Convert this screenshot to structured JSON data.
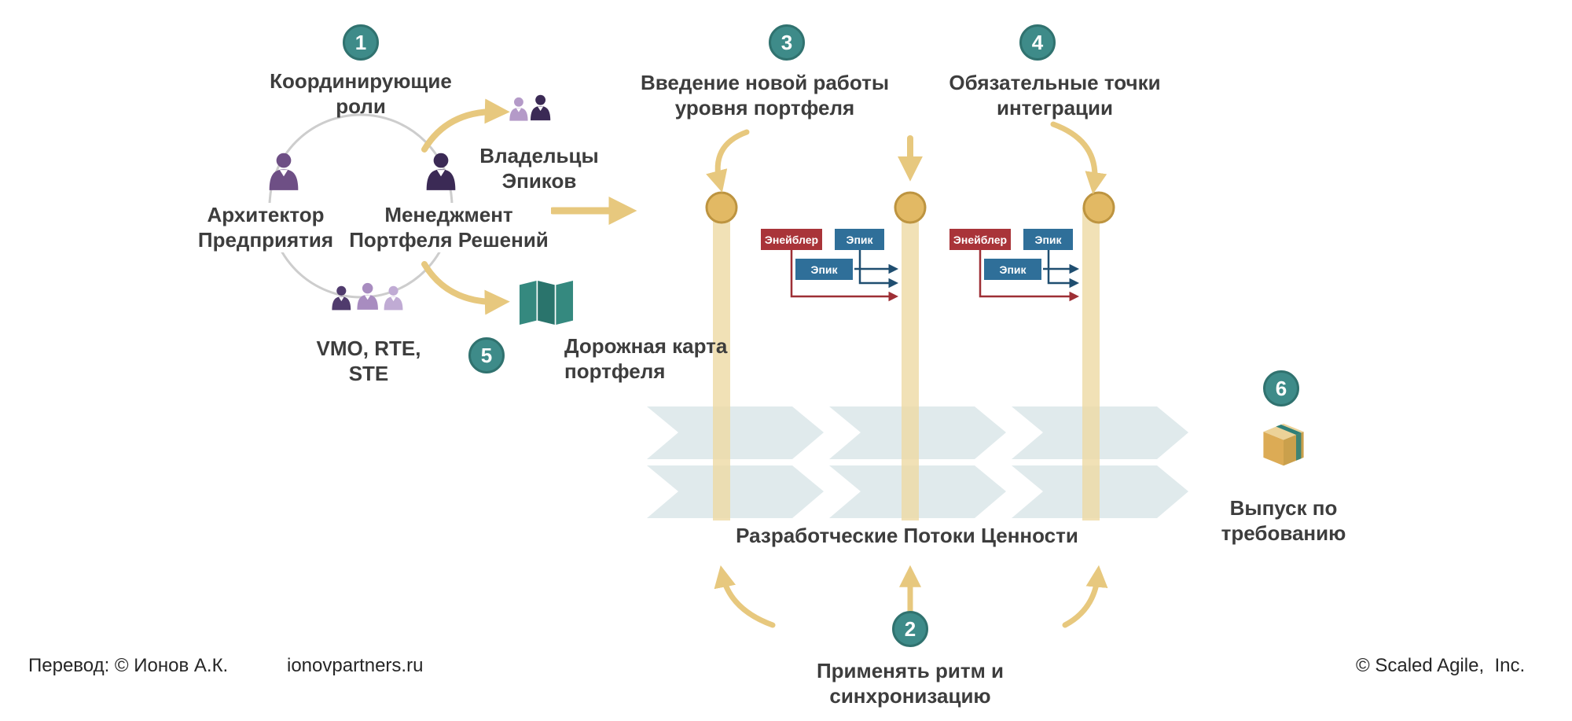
{
  "steps": [
    {
      "num": "1",
      "label": "Координирующие\nроли"
    },
    {
      "num": "2",
      "label": "Применять ритм и\nсинхронизацию"
    },
    {
      "num": "3",
      "label": "Введение новой работы\nуровня портфеля"
    },
    {
      "num": "4",
      "label": "Обязательные точки\nинтеграции"
    },
    {
      "num": "5",
      "label": "Дорожная карта\nпортфеля"
    },
    {
      "num": "6",
      "label": "Выпуск по\nтребованию"
    }
  ],
  "roles": {
    "enterprise_architect": "Архитектор\nПредприятия",
    "solution_portfolio_management": "Менеджмент\nПортфеля Решений",
    "epic_owners": "Владельцы\nЭпиков",
    "vmo_rte_ste": "VMO, RTE,\nSTE"
  },
  "work_items": {
    "enabler": "Энейблер",
    "epic": "Эпик"
  },
  "value_streams_label": "Разработческие Потоки Ценности",
  "footer": {
    "translation": "Перевод: © Ионов А.К.",
    "site": "ionovpartners.ru",
    "copyright": "© Scaled Agile,  Inc."
  },
  "colors": {
    "step_teal": "#3e8b89",
    "arrow_tan": "#e7c87e",
    "milestone_fill": "#e2b964",
    "milestone_stroke": "#bd9440",
    "enabler_red": "#a93439",
    "epic_blue": "#2f6f99",
    "chevron_gray_blue": "#e0eaec",
    "connector_red": "#9e2f35",
    "connector_blue": "#1f4e70"
  }
}
